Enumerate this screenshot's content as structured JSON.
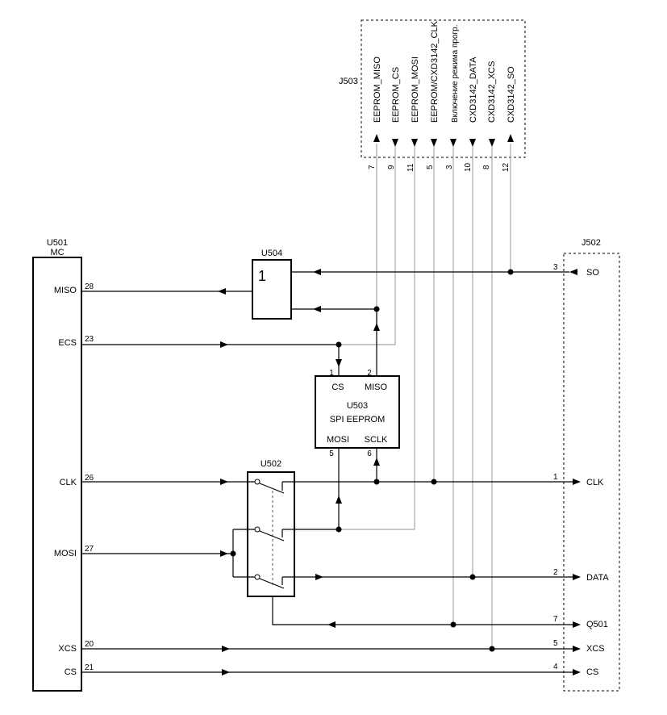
{
  "u501": {
    "ref": "U501",
    "type": "MC",
    "pins": {
      "miso": {
        "name": "MISO",
        "num": "28"
      },
      "ecs": {
        "name": "ECS",
        "num": "23"
      },
      "clk": {
        "name": "CLK",
        "num": "26"
      },
      "mosi": {
        "name": "MOSI",
        "num": "27"
      },
      "xcs": {
        "name": "XCS",
        "num": "20"
      },
      "cs": {
        "name": "CS",
        "num": "21"
      }
    }
  },
  "u504": {
    "ref": "U504",
    "symbol": "1"
  },
  "u503": {
    "ref": "U503",
    "type": "SPI EEPROM",
    "pins": {
      "cs": {
        "name": "CS",
        "num": "1"
      },
      "miso": {
        "name": "MISO",
        "num": "2"
      },
      "mosi": {
        "name": "MOSI",
        "num": "5"
      },
      "sclk": {
        "name": "SCLK",
        "num": "6"
      }
    }
  },
  "u502": {
    "ref": "U502"
  },
  "j503": {
    "ref": "J503",
    "pins": [
      {
        "name": "EEPROM_MISO",
        "num": "7"
      },
      {
        "name": "EEPROM_CS",
        "num": "9"
      },
      {
        "name": "EEPROM_MOSI",
        "num": "11"
      },
      {
        "name": "EEPROM/CXD3142_CLK",
        "num": "5"
      },
      {
        "name": "Включение режима прогр.",
        "num": "3"
      },
      {
        "name": "CXD3142_DATA",
        "num": "10"
      },
      {
        "name": "CXD3142_XCS",
        "num": "8"
      },
      {
        "name": "CXD3142_SO",
        "num": "12"
      }
    ]
  },
  "j502": {
    "ref": "J502",
    "pins": {
      "so": {
        "name": "SO",
        "num": "3"
      },
      "clk": {
        "name": "CLK",
        "num": "1"
      },
      "data": {
        "name": "DATA",
        "num": "2"
      },
      "q501": {
        "name": "Q501",
        "num": "7"
      },
      "xcs": {
        "name": "XCS",
        "num": "5"
      },
      "cs": {
        "name": "CS",
        "num": "4"
      }
    }
  }
}
